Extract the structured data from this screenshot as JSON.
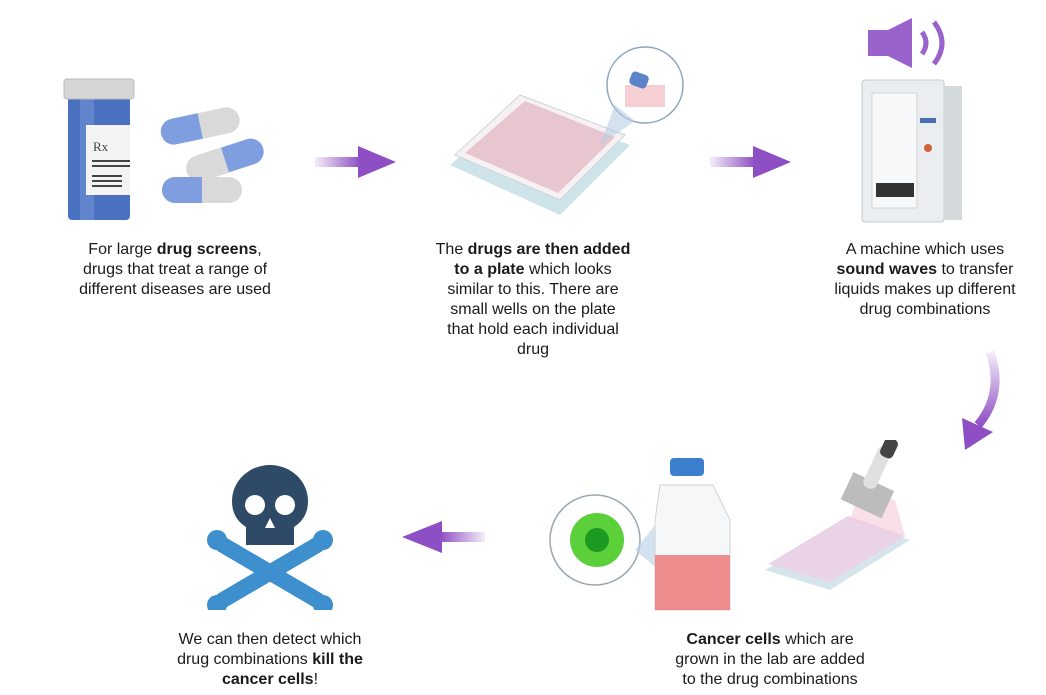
{
  "colors": {
    "arrow": "#8e4fc4",
    "bottle": "#4a72c0",
    "skull": "#2f4a66",
    "bone": "#3d8fce",
    "media": "#e9777a",
    "cell": "#4dcc2a"
  },
  "steps": [
    {
      "id": "drug-library",
      "lines": [
        [
          {
            "t": "For large "
          },
          {
            "t": "drug screens",
            "b": true
          },
          {
            "t": ","
          }
        ],
        [
          {
            "t": "drugs that treat a range of"
          }
        ],
        [
          {
            "t": "different diseases are used"
          }
        ]
      ]
    },
    {
      "id": "plate",
      "lines": [
        [
          {
            "t": "The "
          },
          {
            "t": "drugs are then added",
            "b": true
          }
        ],
        [
          {
            "t": "to a plate",
            "b": true
          },
          {
            "t": " which looks"
          }
        ],
        [
          {
            "t": "similar to this. There are"
          }
        ],
        [
          {
            "t": "small wells on the plate"
          }
        ],
        [
          {
            "t": "that hold each individual"
          }
        ],
        [
          {
            "t": "drug"
          }
        ]
      ]
    },
    {
      "id": "acoustic-dispenser",
      "lines": [
        [
          {
            "t": "A machine which uses"
          }
        ],
        [
          {
            "t": "sound waves",
            "b": true
          },
          {
            "t": " to transfer"
          }
        ],
        [
          {
            "t": "liquids makes up different"
          }
        ],
        [
          {
            "t": "drug combinations"
          }
        ]
      ]
    },
    {
      "id": "cancer-cells",
      "lines": [
        [
          {
            "t": "Cancer cells",
            "b": true
          },
          {
            "t": " which are"
          }
        ],
        [
          {
            "t": "grown in the lab are added"
          }
        ],
        [
          {
            "t": "to the drug combinations"
          }
        ]
      ]
    },
    {
      "id": "detect-kill",
      "lines": [
        [
          {
            "t": "We can then detect which"
          }
        ],
        [
          {
            "t": "drug combinations "
          },
          {
            "t": "kill the",
            "b": true
          }
        ],
        [
          {
            "t": "cancer cells",
            "b": true
          },
          {
            "t": "!"
          }
        ]
      ]
    }
  ],
  "labels": {
    "rx": "Rx"
  }
}
